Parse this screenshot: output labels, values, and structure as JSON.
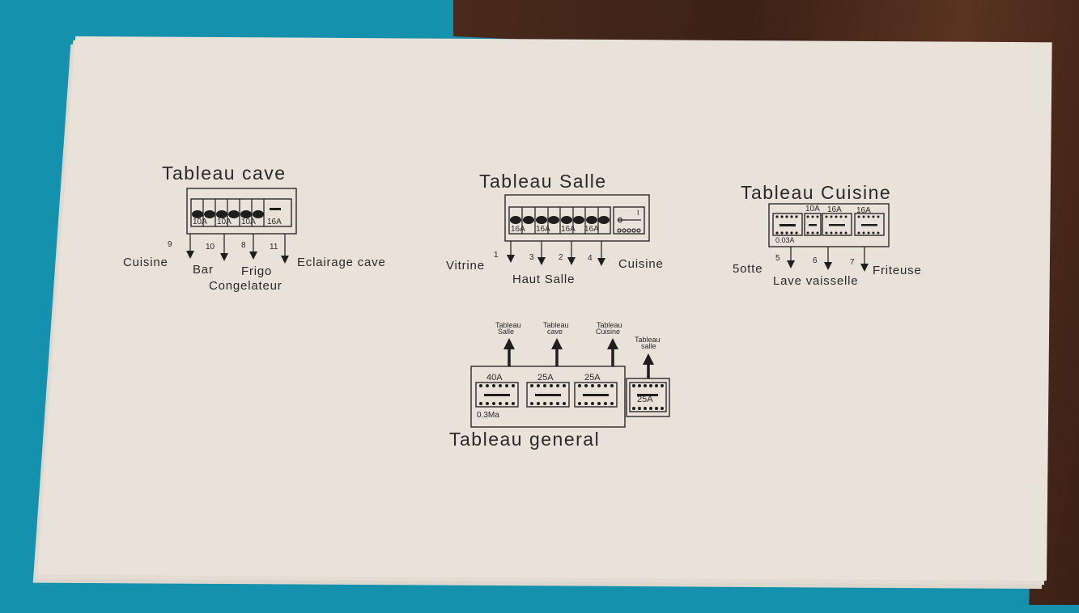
{
  "colors": {
    "background": "#1590ad",
    "paper": "#e9e2d9",
    "ink": "#2a2a2a",
    "wood": "#3b2116"
  },
  "tableau_cave": {
    "title": "Tableau cave",
    "breakers": [
      "10A",
      "10A",
      "10A",
      "16A"
    ],
    "circuits": [
      {
        "num": "9",
        "label": "Cuisine"
      },
      {
        "num": "10",
        "label": "Bar"
      },
      {
        "num": "8",
        "label": "Frigo"
      },
      {
        "num": "11",
        "label": "Eclairage cave"
      }
    ],
    "extra_label": "Congelateur"
  },
  "tableau_salle": {
    "title": "Tableau Salle",
    "breakers": [
      "16A",
      "16A",
      "16A",
      "16A"
    ],
    "circuits": [
      {
        "num": "1",
        "label": "Vitrine"
      },
      {
        "num": "3",
        "label": ""
      },
      {
        "num": "2",
        "label": ""
      },
      {
        "num": "4",
        "label": "Cuisine"
      }
    ],
    "extra_label": "Haut  Salle"
  },
  "tableau_cuisine": {
    "title": "Tableau Cuisine",
    "breakers": [
      "10A",
      "16A",
      "16A"
    ],
    "differential": "0.03A",
    "circuits": [
      {
        "num": "5",
        "label": "5otte"
      },
      {
        "num": "6",
        "label": ""
      },
      {
        "num": "7",
        "label": "Friteuse"
      }
    ],
    "extra_label": "Lave vaisselle"
  },
  "tableau_general": {
    "title": "Tableau general",
    "breakers": [
      "40A",
      "25A",
      "25A",
      "25A"
    ],
    "differential": "0.3Ma",
    "outputs": [
      {
        "line1": "Tableau",
        "line2": "Salle"
      },
      {
        "line1": "Tableau",
        "line2": "cave"
      },
      {
        "line1": "Tableau",
        "line2": "Cuisine"
      },
      {
        "line1": "Tableau",
        "line2": "salle"
      }
    ]
  }
}
